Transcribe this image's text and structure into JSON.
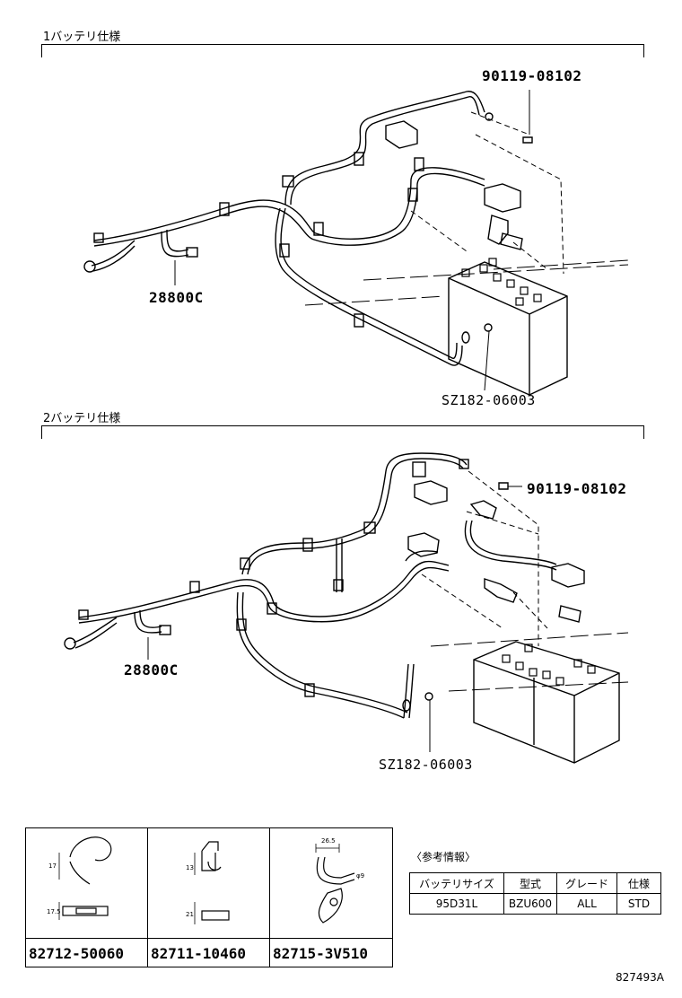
{
  "sections": [
    {
      "label": "1バッテリ仕様",
      "parts": {
        "bolt": "90119-08102",
        "harness": "28800C",
        "nut": "SZ182-06003"
      }
    },
    {
      "label": "2バッテリ仕様",
      "parts": {
        "bolt": "90119-08102",
        "harness": "28800C",
        "nut": "SZ182-06003"
      }
    }
  ],
  "clips": [
    {
      "part_number": "82712-50060",
      "dims": [
        "17",
        "17.5"
      ]
    },
    {
      "part_number": "82711-10460",
      "dims": [
        "13",
        "21"
      ]
    },
    {
      "part_number": "82715-3V510",
      "dims": [
        "26.5",
        "φ9"
      ]
    }
  ],
  "reference": {
    "title": "〈参考情報〉",
    "headers": [
      "バッテリサイズ",
      "型式",
      "グレード",
      "仕様"
    ],
    "rows": [
      [
        "95D31L",
        "BZU600",
        "ALL",
        "STD"
      ]
    ]
  },
  "figure_code": "827493A"
}
